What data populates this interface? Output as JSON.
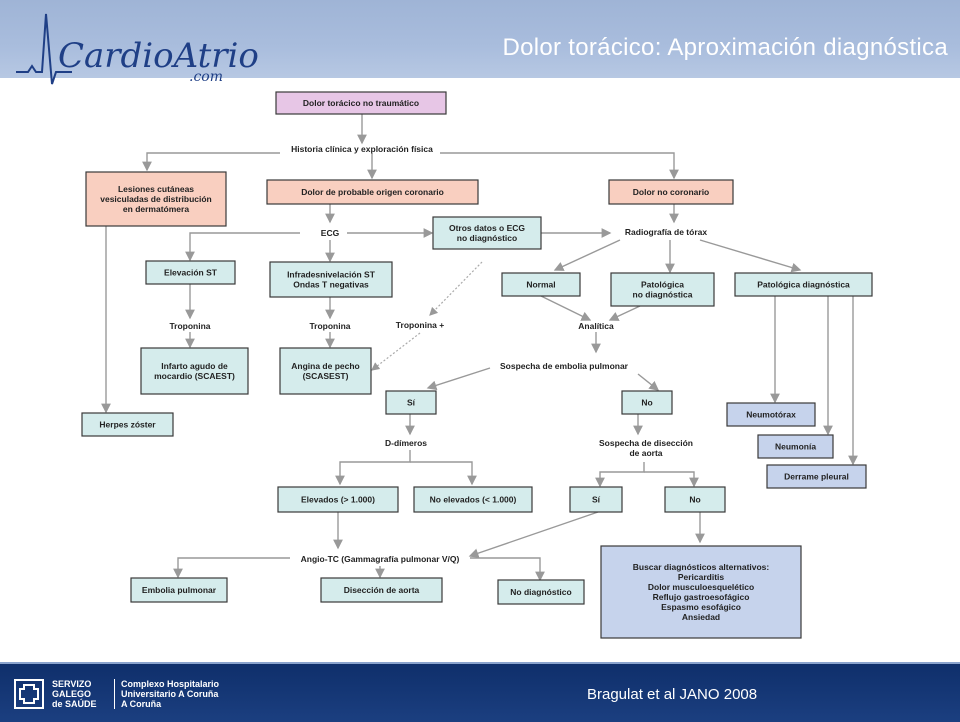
{
  "header": {
    "logo_main": "CardioAtrio",
    "logo_sub": ".com",
    "title": "Dolor torácico: Aproximación diagnóstica"
  },
  "footer": {
    "sg_lines": [
      "SERVIZO",
      "GALEGO",
      "de SAÚDE"
    ],
    "hospital_lines": [
      "Complexo Hospitalario",
      "Universitario A Coruña",
      "A Coruña"
    ],
    "citation": "Bragulat et al JANO 2008"
  },
  "diagram": {
    "nodes": {
      "dolor_no_traumatico": [
        "Dolor torácico no traumático"
      ],
      "lesiones": [
        "Lesiones cutáneas",
        "vesiculadas de distribución",
        "en dermatómera"
      ],
      "probable_coronario": [
        "Dolor de probable origen coronario"
      ],
      "no_coronario": [
        "Dolor no coronario"
      ],
      "otros_datos": [
        "Otros datos o ECG",
        "no diagnóstico"
      ],
      "elevacion_st": [
        "Elevación ST"
      ],
      "infradesnivelacion": [
        "Infradesnivelación ST",
        "Ondas T negativas"
      ],
      "normal": [
        "Normal"
      ],
      "patologica_no_diag": [
        "Patológica",
        "no diagnóstica"
      ],
      "patologica_diag": [
        "Patológica diagnóstica"
      ],
      "infarto": [
        "Infarto agudo de",
        "mocardio (SCAEST)"
      ],
      "angina": [
        "Angina de pecho",
        "(SCASEST)"
      ],
      "si_1": [
        "Sí"
      ],
      "no_1": [
        "No"
      ],
      "herpes": [
        "Herpes zóster"
      ],
      "neumotorax": [
        "Neumotórax"
      ],
      "neumonia": [
        "Neumonía"
      ],
      "derrame": [
        "Derrame pleural"
      ],
      "elevados": [
        "Elevados (> 1.000)"
      ],
      "no_elevados": [
        "No elevados (< 1.000)"
      ],
      "si_2": [
        "Sí"
      ],
      "no_2": [
        "No"
      ],
      "embolia": [
        "Embolia pulmonar"
      ],
      "diseccion": [
        "Disección de aorta"
      ],
      "no_diagnostico": [
        "No diagnóstico"
      ],
      "buscar": [
        "Buscar diagnósticos alternativos:",
        "Pericarditis",
        "Dolor musculoesquelético",
        "Reflujo gastroesofágico",
        "Espasmo esofágico",
        "Ansiedad"
      ]
    },
    "labels": {
      "historia": [
        "Historia clínica y exploración física"
      ],
      "ecg": [
        "ECG"
      ],
      "radiografia": [
        "Radiografía de tórax"
      ],
      "troponina_1": [
        "Troponina"
      ],
      "troponina_2": [
        "Troponina"
      ],
      "troponina_plus": [
        "Troponina +"
      ],
      "analitica": [
        "Analítica"
      ],
      "sospecha_embolia": [
        "Sospecha de embolia pulmonar"
      ],
      "d_dimeros": [
        "D-dímeros"
      ],
      "sospecha_diseccion": [
        "Sospecha de disección",
        "de aorta"
      ],
      "angio_tc": [
        "Angio-TC (Gammagrafía pulmonar V/Q)"
      ]
    }
  },
  "colors": {
    "header_bg": "#a9bddd",
    "footer_bg": "#16376f",
    "pink": "#e7c6e6",
    "salmon": "#f9cfc0",
    "cyan": "#d5ecec",
    "blue": "#c6d3ec"
  }
}
